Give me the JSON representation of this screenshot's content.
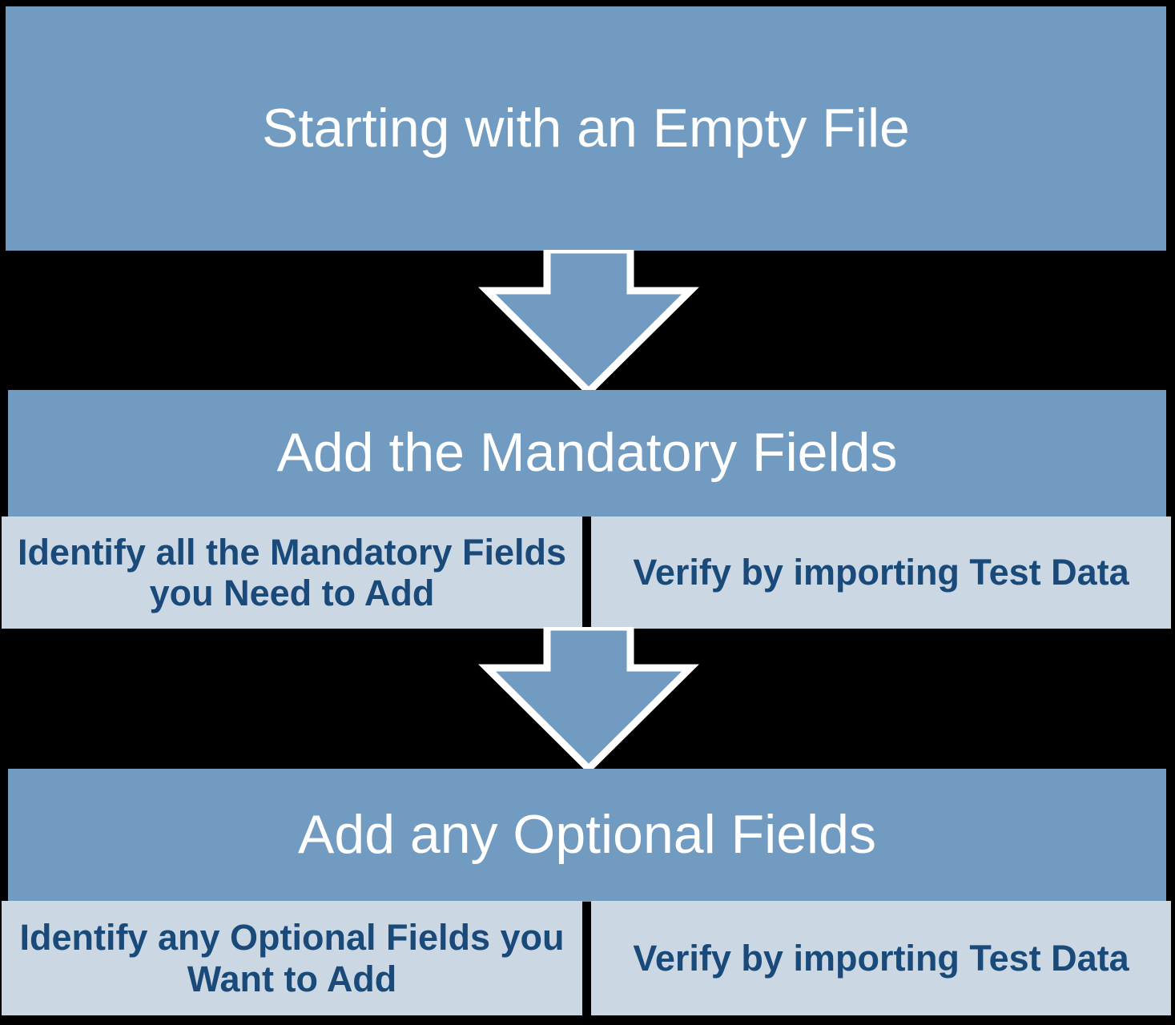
{
  "diagram": {
    "type": "flowchart",
    "orientation": "vertical",
    "title": "Starting with an Empty File",
    "background_color": "#000000",
    "colors": {
      "stage_header_fill": "#729BC1",
      "stage_header_text": "#FFFFFF",
      "subtask_fill": "#CBD8E4",
      "subtask_text": "#1A4A7A",
      "arrow_fill": "#729BC1",
      "arrow_outline": "#FFFFFF"
    }
  },
  "stages": [
    {
      "id": "stage-1",
      "header": "Starting with an Empty File",
      "subtasks": []
    },
    {
      "id": "stage-2",
      "header": "Add the Mandatory Fields",
      "subtasks": [
        "Identify all the Mandatory Fields you Need to Add",
        "Verify by importing Test Data"
      ]
    },
    {
      "id": "stage-3",
      "header": "Add any Optional Fields",
      "subtasks": [
        "Identify any Optional Fields you Want to Add",
        "Verify by importing Test Data"
      ]
    }
  ],
  "connectors": [
    {
      "id": "connector-1",
      "from": "stage-1",
      "to": "stage-2",
      "icon": "down-arrow-icon"
    },
    {
      "id": "connector-2",
      "from": "stage-2",
      "to": "stage-3",
      "icon": "down-arrow-icon"
    }
  ]
}
